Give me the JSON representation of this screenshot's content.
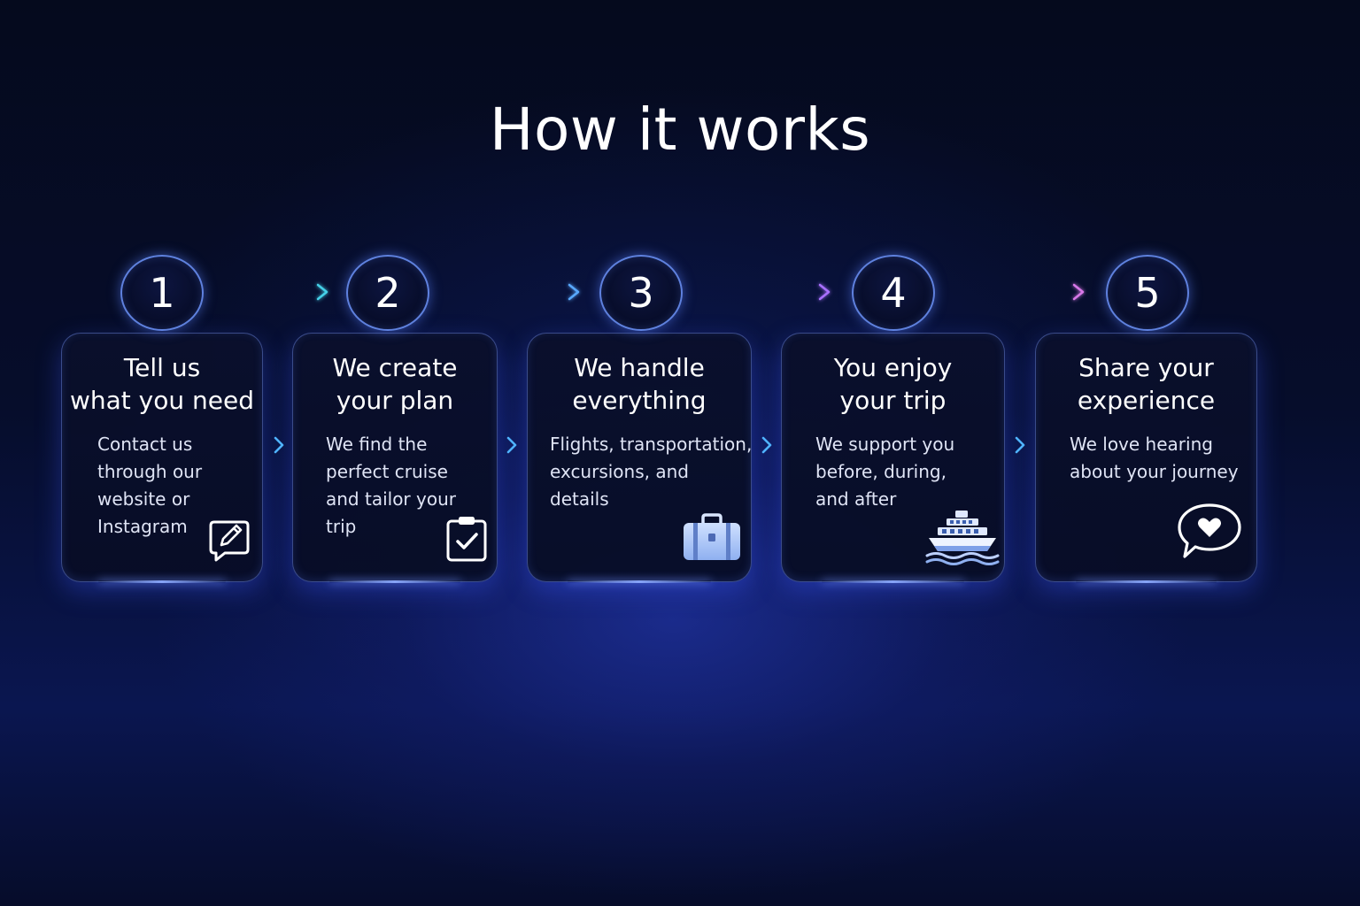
{
  "title": "How it works",
  "colors": {
    "background": "#060d2b",
    "accent_blue": "#5a82ff",
    "accent_cyan": "#45d0e8",
    "accent_purple": "#a870ff",
    "accent_pink": "#d878e8"
  },
  "steps": [
    {
      "number": "1",
      "title_lines": [
        "Tell us",
        "what you need"
      ],
      "desc_lines": [
        "Contact us",
        "through our",
        "website or",
        "Instagram"
      ],
      "icon": "edit-chat-icon"
    },
    {
      "number": "2",
      "title_lines": [
        "We create",
        "your plan"
      ],
      "desc_lines": [
        "We find the",
        "perfect cruise",
        "and tailor your",
        "trip"
      ],
      "icon": "clipboard-check-icon"
    },
    {
      "number": "3",
      "title_lines": [
        "We handle",
        "everything"
      ],
      "desc_lines": [
        "Flights, transportation,",
        "excursions, and",
        "details"
      ],
      "icon": "suitcase-icon"
    },
    {
      "number": "4",
      "title_lines": [
        "You enjoy",
        "your trip"
      ],
      "desc_lines": [
        "We support you",
        "before, during,",
        "and after"
      ],
      "icon": "cruise-ship-icon"
    },
    {
      "number": "5",
      "title_lines": [
        "Share your",
        "experience"
      ],
      "desc_lines": [
        "We love hearing",
        "about your journey"
      ],
      "icon": "heart-chat-icon"
    }
  ]
}
